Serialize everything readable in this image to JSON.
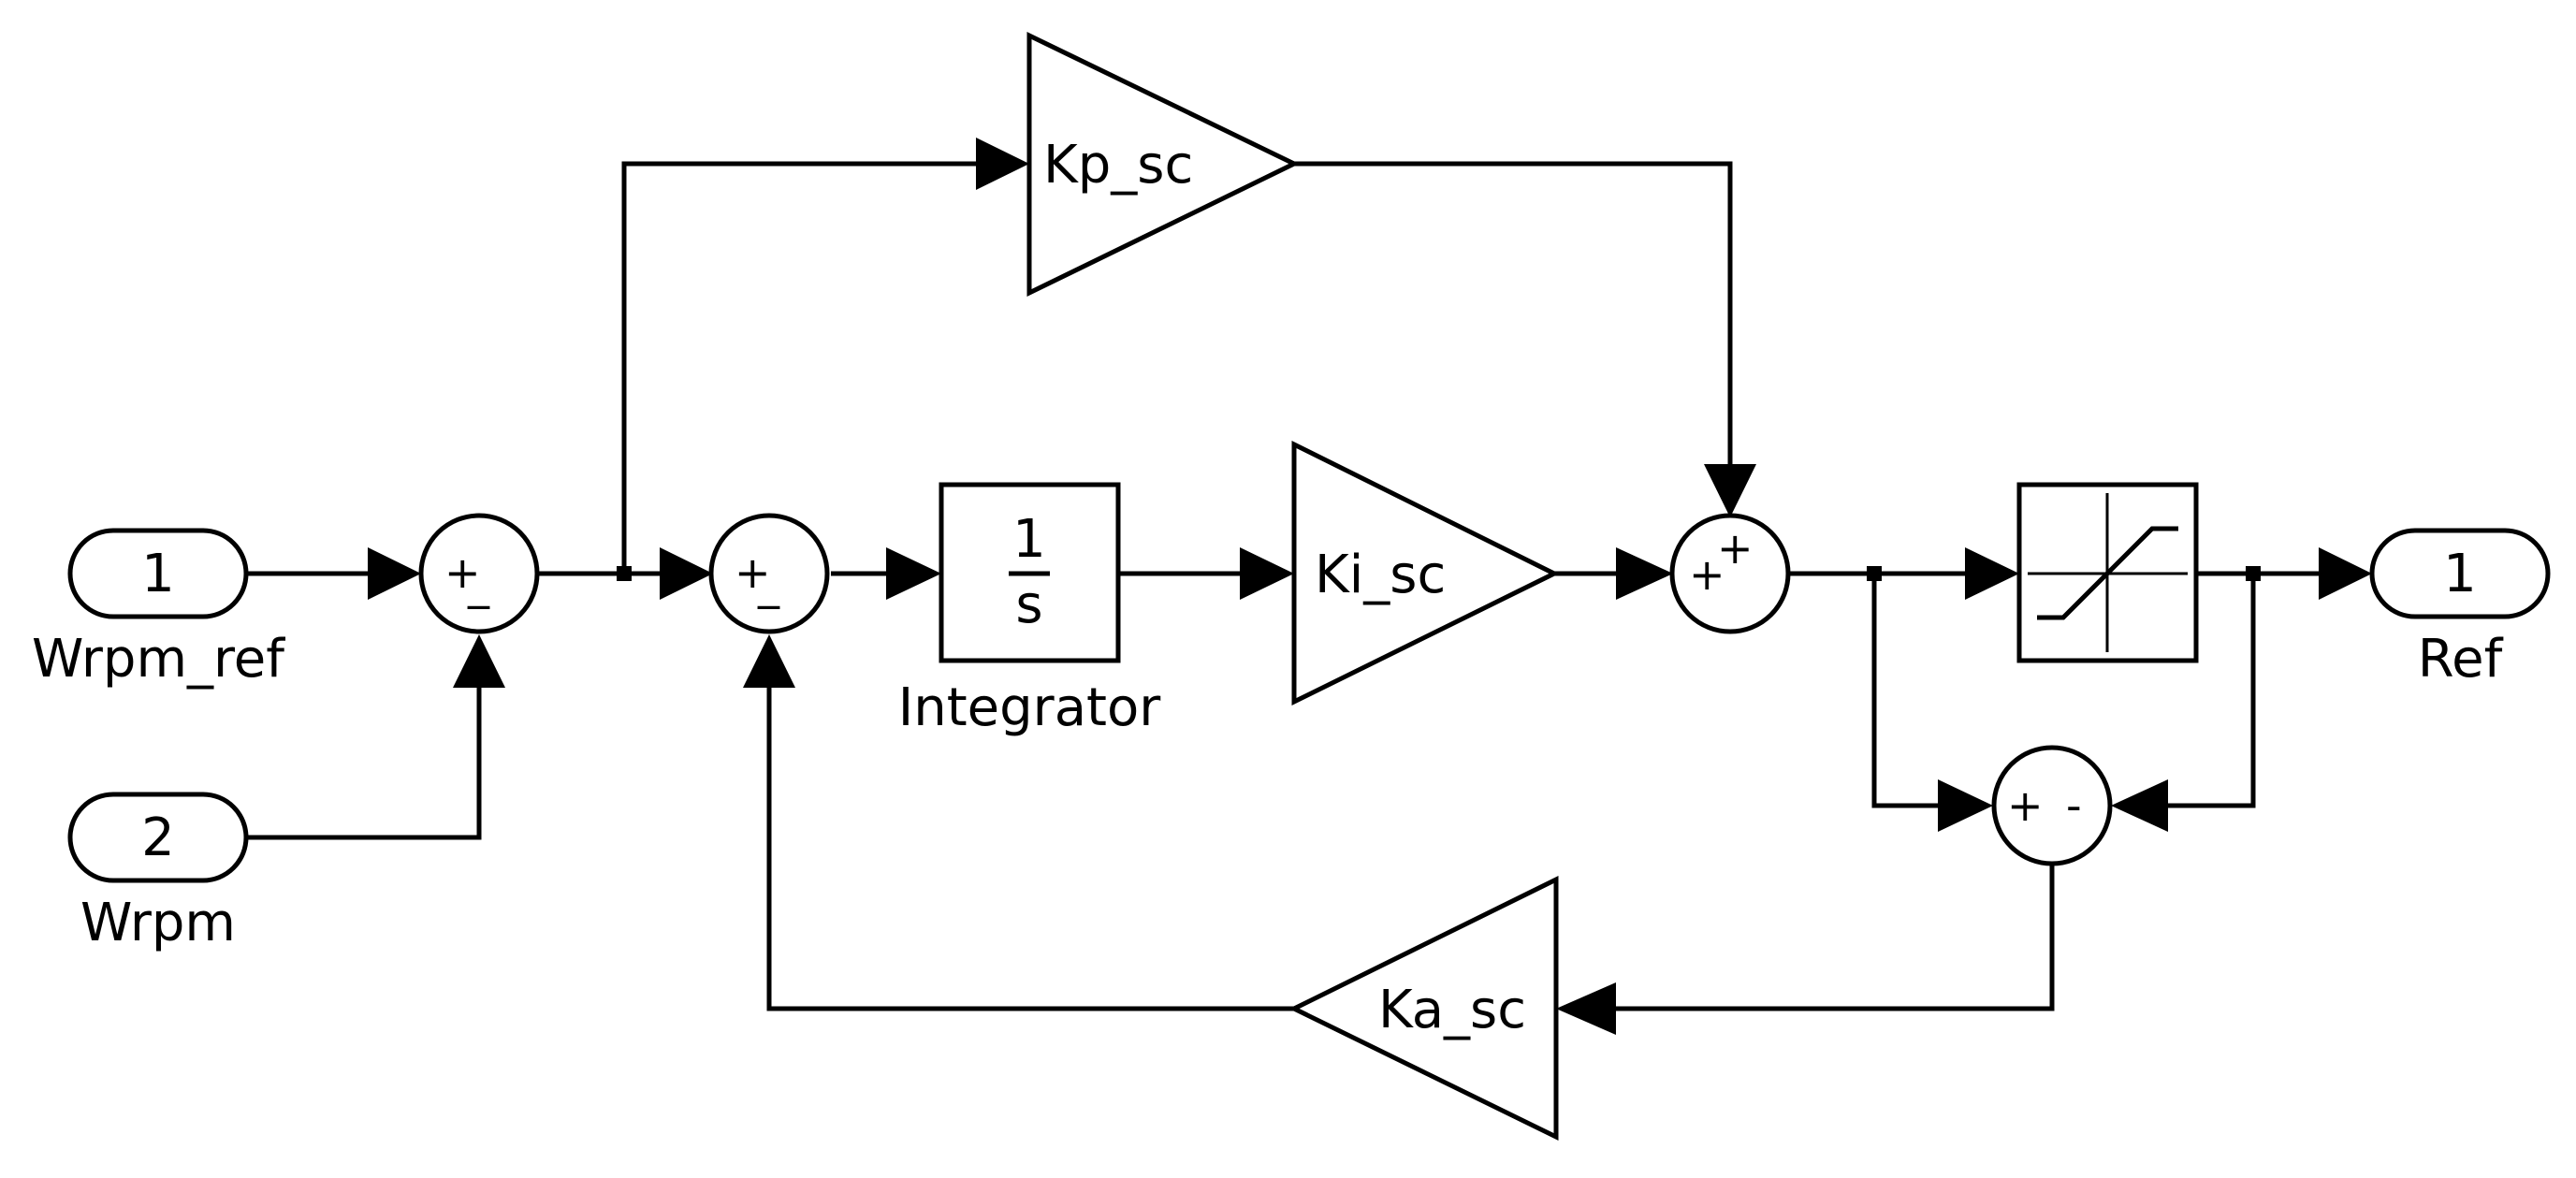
{
  "inports": [
    {
      "number": "1",
      "name": "Wrpm_ref"
    },
    {
      "number": "2",
      "name": "Wrpm"
    }
  ],
  "outports": [
    {
      "number": "1",
      "name": "Ref"
    }
  ],
  "gains": {
    "kp": "Kp_sc",
    "ki": "Ki_sc",
    "ka": "Ka_sc"
  },
  "integrator": {
    "numerator": "1",
    "denominator": "s",
    "name": "Integrator"
  },
  "sums": {
    "sum1": {
      "plus": "+",
      "minus": "_"
    },
    "sum2": {
      "plus": "+",
      "minus": "_"
    },
    "sum3": {
      "plus": "+",
      "plus2": "+"
    },
    "sum4": {
      "plus": "+",
      "minus": "-"
    }
  },
  "saturation": {
    "icon": "saturation-curve-icon"
  }
}
